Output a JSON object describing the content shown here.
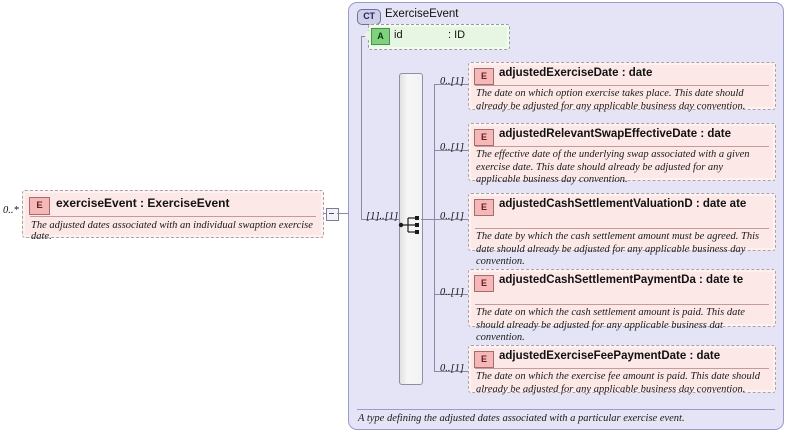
{
  "diagram": {
    "type": "xsd-schema-diagram",
    "complex_type": {
      "badge": "CT",
      "badge_icon": "complextype-badge-icon",
      "name": "ExerciseEvent",
      "footer_annotation": "A type defining the adjusted dates associated with a particular exercise event.",
      "attribute": {
        "badge": "A",
        "badge_icon": "attribute-badge-icon",
        "name": "id",
        "type": ": ID"
      },
      "compositor": {
        "kind": "sequence",
        "icon": "sequence-compositor-icon",
        "cardinality": "[1]..[1]"
      }
    },
    "referencing_element": {
      "badge": "E",
      "badge_icon": "element-badge-icon",
      "title": "exerciseEvent : ExerciseEvent",
      "description": "The adjusted dates associated with an individual swaption exercise date.",
      "cardinality": "0..*",
      "toggle_icon": "collapse-minus-icon"
    },
    "children": [
      {
        "badge": "E",
        "cardinality": "0..[1]",
        "title": "adjustedExerciseDate : date",
        "description": "The date on which option exercise takes place. This date should already be adjusted for any applicable business day convention."
      },
      {
        "badge": "E",
        "cardinality": "0..[1]",
        "title": "adjustedRelevantSwapEffectiveDate : date",
        "description": "The effective date of the underlying swap associated with a given exercise date. This date should already be adjusted for any applicable business day convention."
      },
      {
        "badge": "E",
        "cardinality": "0..[1]",
        "title": "adjustedCashSettlementValuationD : date ate",
        "description": "The date by which the cash settlement amount must be agreed. This date should already be adjusted for any applicable business day convention."
      },
      {
        "badge": "E",
        "cardinality": "0..[1]",
        "title": "adjustedCashSettlementPaymentDa : date te",
        "description": "The date on which the cash settlement amount is paid. This date should already be adjusted for any applicable business dat convention."
      },
      {
        "badge": "E",
        "cardinality": "0..[1]",
        "title": "adjustedExerciseFeePaymentDate : date",
        "description": "The date on which the exercise fee amount is paid. This date should already be adjusted for any applicable business day convention."
      }
    ],
    "colors": {
      "complextype_bg": "#e4e4f6",
      "complextype_border": "#9a9ad0",
      "element_bg": "#fde8e8",
      "element_badge": "#f4b8b8",
      "attribute_bg": "#e7f6e2",
      "attribute_badge": "#7fd07f",
      "connector": "#8a8aa8"
    }
  }
}
